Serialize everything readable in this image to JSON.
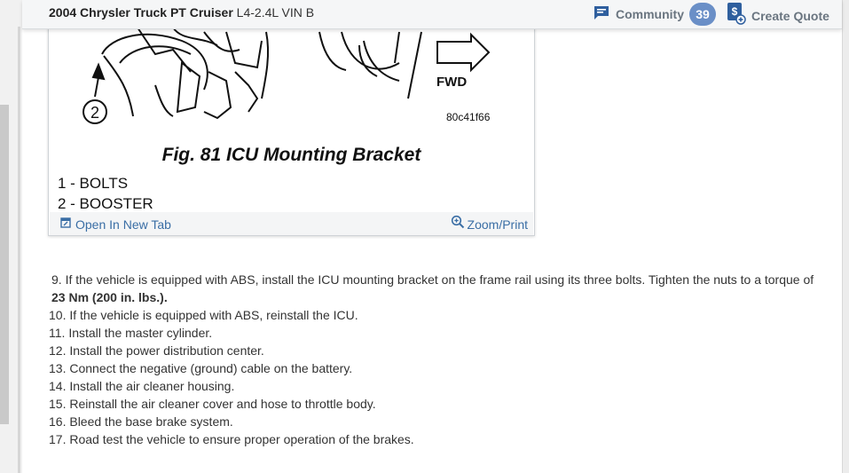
{
  "header": {
    "vehicle_title": "2004 Chrysler Truck PT Cruiser",
    "engine": "L4-2.4L VIN B",
    "community_label": "Community",
    "community_count": "39",
    "quote_label": "Create Quote",
    "community_icon": "chat-icon",
    "quote_icon": "dollar-quote-icon"
  },
  "figure": {
    "art_fwd_label": "FWD",
    "art_code": "80c41f66",
    "art_callout": "2",
    "title": "Fig. 81 ICU Mounting Bracket",
    "legend": [
      "1 - BOLTS",
      "2 - BOOSTER"
    ],
    "open_tab_label": "Open In New Tab",
    "zoom_label": "Zoom/Print"
  },
  "steps": {
    "step9_text": "9. If the vehicle is equipped with ABS, install the ICU mounting bracket on the frame rail using its three bolts. Tighten the nuts to a torque of",
    "step9_torque": "23 Nm (200 in. lbs.).",
    "items": [
      "10. If the vehicle is equipped with ABS, reinstall the ICU.",
      "11. Install the master cylinder.",
      "12. Install the power distribution center.",
      "13. Connect the negative (ground) cable on the battery.",
      "14. Install the air cleaner housing.",
      "15. Reinstall the air cleaner cover and hose to throttle body.",
      "16. Bleed the base brake system.",
      "17. Road test the vehicle to ensure proper operation of the brakes."
    ]
  },
  "colors": {
    "accent": "#3a6ea5",
    "badge": "#6a8fc7",
    "header_text": "#6a7580"
  }
}
